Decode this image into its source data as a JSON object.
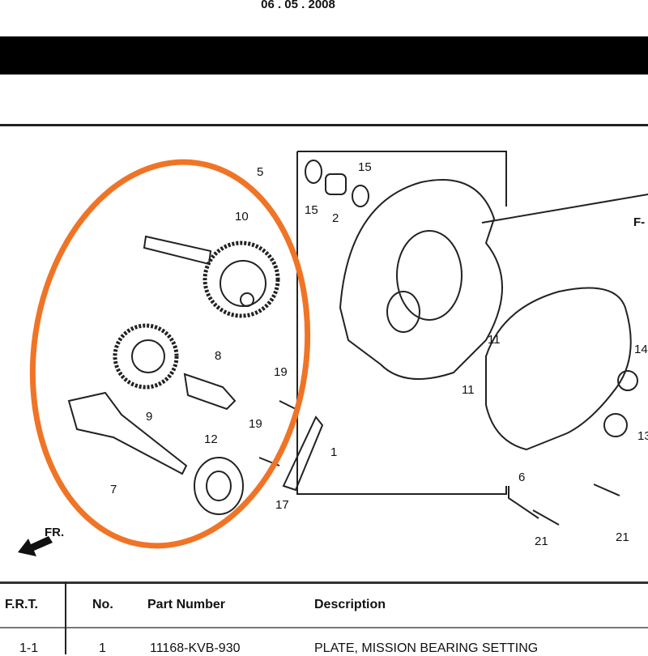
{
  "header": {
    "date": "06 . 05 . 2008"
  },
  "diagram": {
    "highlight_color": "#f07426",
    "callouts": [
      "5",
      "15",
      "2",
      "15",
      "10",
      "F-",
      "11",
      "11",
      "14",
      "13",
      "8",
      "19",
      "19",
      "9",
      "12",
      "1",
      "7",
      "6",
      "17",
      "21",
      "21"
    ],
    "direction_label": "FR."
  },
  "table": {
    "columns": [
      "F.R.T.",
      "No.",
      "Part Number",
      "Description"
    ],
    "rows": [
      {
        "frt": "1-1",
        "no": "1",
        "part_number": "11168-KVB-930",
        "description": "PLATE, MISSION BEARING SETTING"
      }
    ]
  }
}
